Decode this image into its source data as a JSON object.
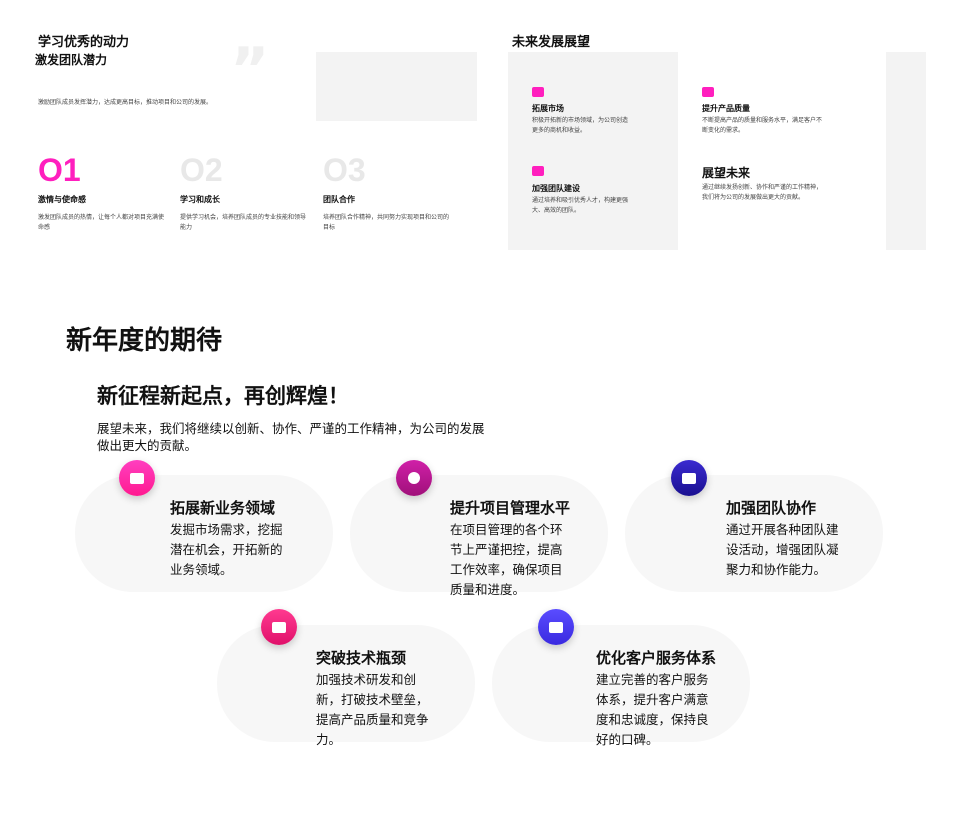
{
  "left_panel": {
    "title": "学习优秀的动力",
    "subtitle": "激发团队潜力",
    "desc": "激励团队成员发挥潜力，达成更高目标，推动项目和公司的发展。",
    "items": [
      {
        "num": "O1",
        "title": "激情与使命感",
        "desc": "激发团队成员的热情，让每个人都对项目充满使命感"
      },
      {
        "num": "O2",
        "title": "学习和成长",
        "desc": "提供学习机会，培养团队成员的专业技能和领导能力"
      },
      {
        "num": "O3",
        "title": "团队合作",
        "desc": "培养团队合作精神，共同努力实现项目和公司的目标"
      }
    ]
  },
  "right_panel": {
    "title": "未来发展展望",
    "items": [
      {
        "icon": "image-icon",
        "title": "拓展市场",
        "desc": "积极开拓新的市场领域，为公司创造更多的商机和收益。"
      },
      {
        "icon": "sofa-icon",
        "title": "提升产品质量",
        "desc": "不断提高产品的质量和服务水平，满足客户不断变化的需求。"
      },
      {
        "icon": "chat-icon",
        "title": "加强团队建设",
        "desc": "通过培养和吸引优秀人才，构建更强大、高效的团队。"
      }
    ],
    "outlook_title": "展望未来",
    "outlook_desc": "通过继续发扬创新、协作和严谨的工作精神，我们将为公司的发展做出更大的贡献。"
  },
  "main": {
    "title": "新年度的期待",
    "headline": "新征程新起点，再创辉煌！",
    "intro": "展望未来，我们将继续以创新、协作、严谨的工作精神，为公司的发展做出更大的贡献。",
    "cards": [
      {
        "icon": "image-icon",
        "color": "#ff2aa8",
        "title": "拓展新业务领域",
        "desc": "发掘市场需求，挖掘潜在机会，开拓新的业务领域。"
      },
      {
        "icon": "webcam-icon",
        "color": "#c0168f",
        "title": "提升项目管理水平",
        "desc": "在项目管理的各个环节上严谨把控，提高工作效率，确保项目质量和进度。"
      },
      {
        "icon": "sofa-icon",
        "color": "#2a1fb0",
        "title": "加强团队协作",
        "desc": "通过开展各种团队建设活动，增强团队凝聚力和协作能力。"
      },
      {
        "icon": "chat-icon",
        "color": "#f0167a",
        "title": "突破技术瓶颈",
        "desc": "加强技术研发和创新，打破技术壁垒，提高产品质量和竞争力。"
      },
      {
        "icon": "printer-icon",
        "color": "#4b3cf0",
        "title": "优化客户服务体系",
        "desc": "建立完善的客户服务体系，提升客户满意度和忠诚度，保持良好的口碑。"
      }
    ]
  }
}
